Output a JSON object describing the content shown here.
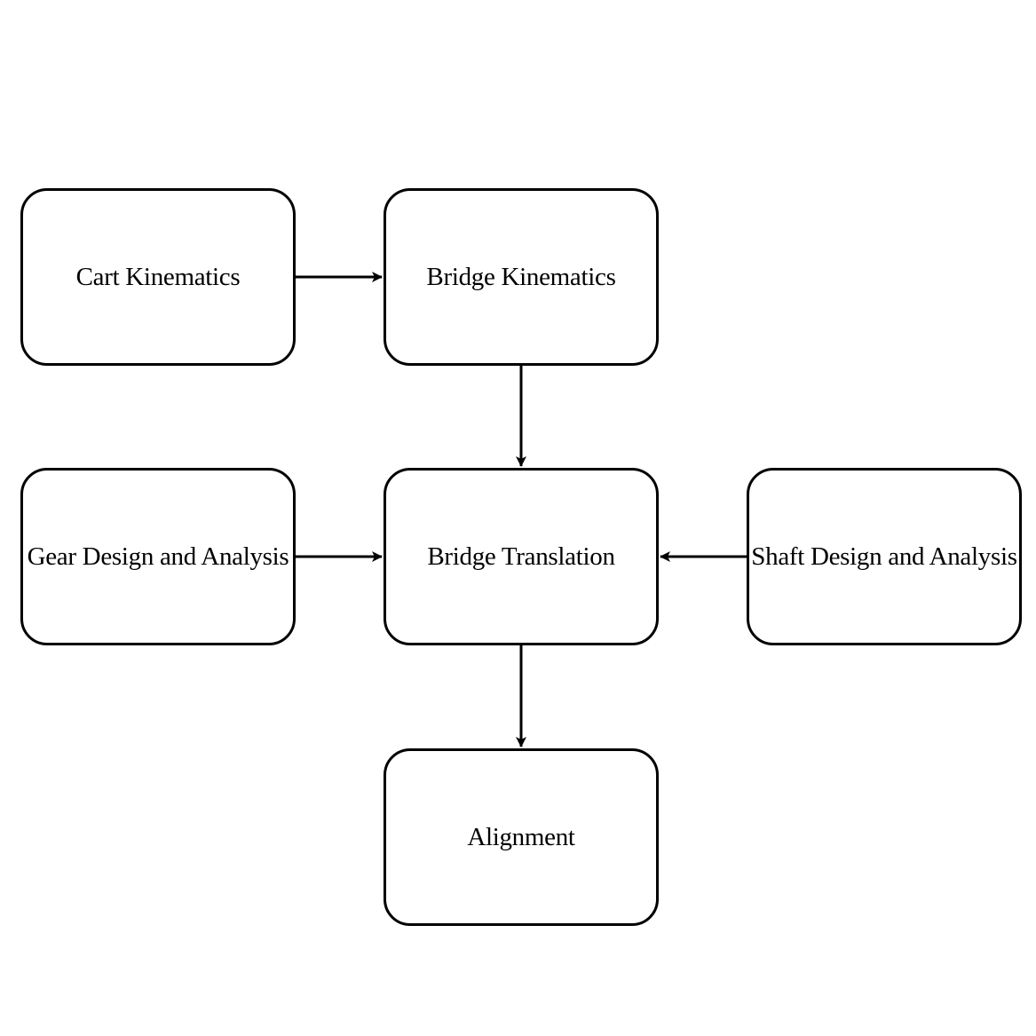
{
  "diagram": {
    "nodes": [
      {
        "id": "cart",
        "label": "Cart Kinematics"
      },
      {
        "id": "bridge_kinematics",
        "label": "Bridge Kinematics"
      },
      {
        "id": "gear",
        "label": "Gear Design and Analysis"
      },
      {
        "id": "bridge_translation",
        "label": "Bridge Translation"
      },
      {
        "id": "shaft",
        "label": "Shaft Design and Analysis"
      },
      {
        "id": "alignment",
        "label": "Alignment"
      }
    ],
    "edges": [
      {
        "from": "cart",
        "to": "bridge_kinematics"
      },
      {
        "from": "bridge_kinematics",
        "to": "bridge_translation"
      },
      {
        "from": "gear",
        "to": "bridge_translation"
      },
      {
        "from": "shaft",
        "to": "bridge_translation"
      },
      {
        "from": "bridge_translation",
        "to": "alignment"
      }
    ],
    "colors": {
      "stroke": "#000000",
      "background": "#ffffff",
      "text": "#000000"
    }
  }
}
